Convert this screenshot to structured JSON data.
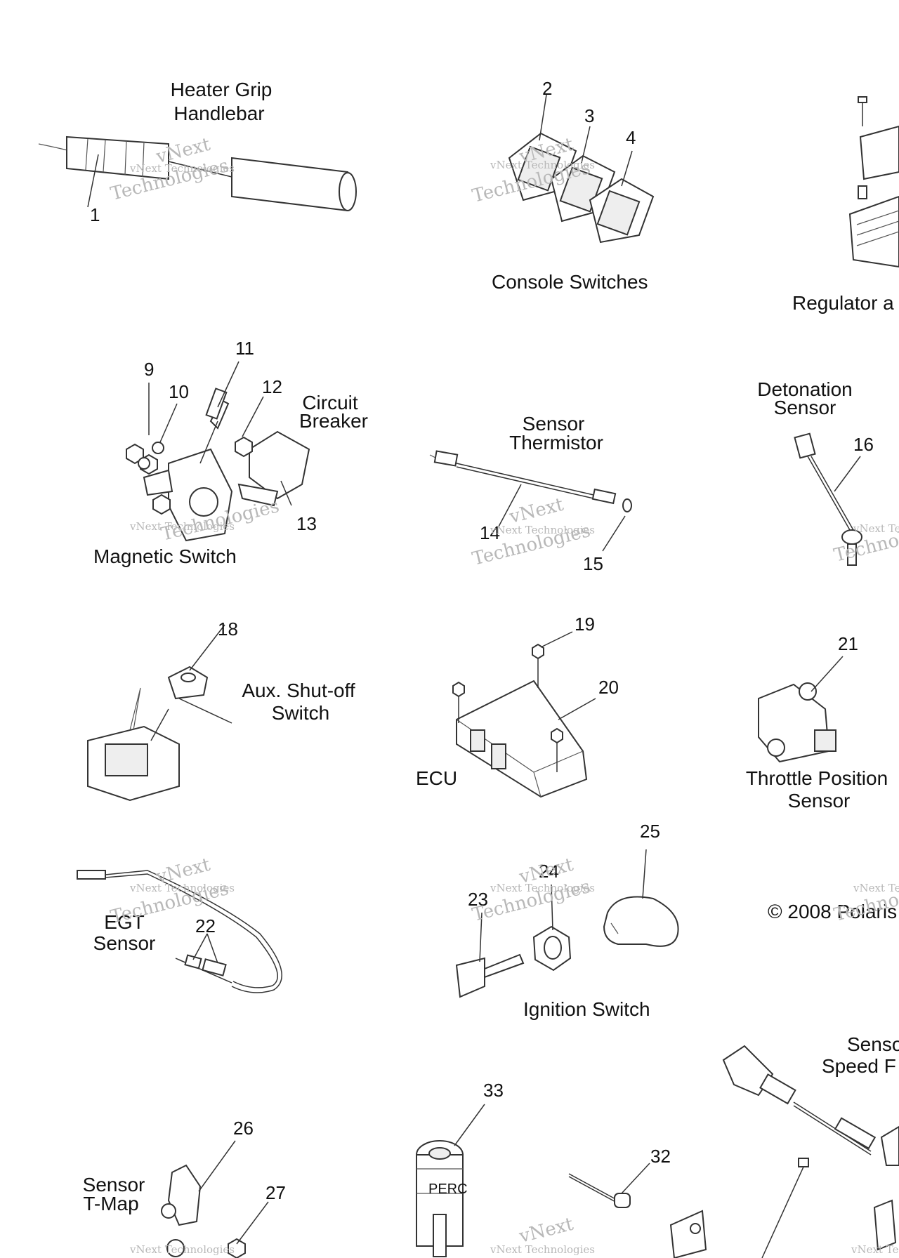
{
  "groups": {
    "heater_grip": [
      "Heater Grip",
      "Handlebar"
    ],
    "console_switches": "Console Switches",
    "regulator": "Regulator a",
    "circuit_breaker": [
      "Circuit",
      "Breaker"
    ],
    "magnetic_switch": "Magnetic Switch",
    "sensor_thermistor": [
      "Sensor",
      "Thermistor"
    ],
    "detonation_sensor": [
      "Detonation",
      "Sensor"
    ],
    "aux_shutoff": [
      "Aux. Shut-off",
      "Switch"
    ],
    "ecu": "ECU",
    "throttle_position": [
      "Throttle Position",
      "Sensor"
    ],
    "egt_sensor": [
      "EGT",
      "Sensor"
    ],
    "ignition_switch": "Ignition Switch",
    "sensor_tmap": [
      "Sensor",
      "T-Map"
    ],
    "sensor_speed": [
      "Senso",
      "Speed F"
    ]
  },
  "part_numbers": {
    "n1": "1",
    "n2": "2",
    "n3": "3",
    "n4": "4",
    "n9": "9",
    "n10": "10",
    "n11": "11",
    "n12": "12",
    "n13": "13",
    "n14": "14",
    "n15": "15",
    "n16": "16",
    "n18": "18",
    "n19": "19",
    "n20": "20",
    "n21": "21",
    "n22": "22",
    "n23": "23",
    "n24": "24",
    "n25": "25",
    "n26": "26",
    "n27": "27",
    "n32": "32",
    "n33": "33"
  },
  "perc_label": "PERC",
  "copyright": "© 2008 Polaris",
  "watermark": {
    "line1": "vNext Technologies",
    "line2": "Technologies",
    "line3": "vNext"
  }
}
